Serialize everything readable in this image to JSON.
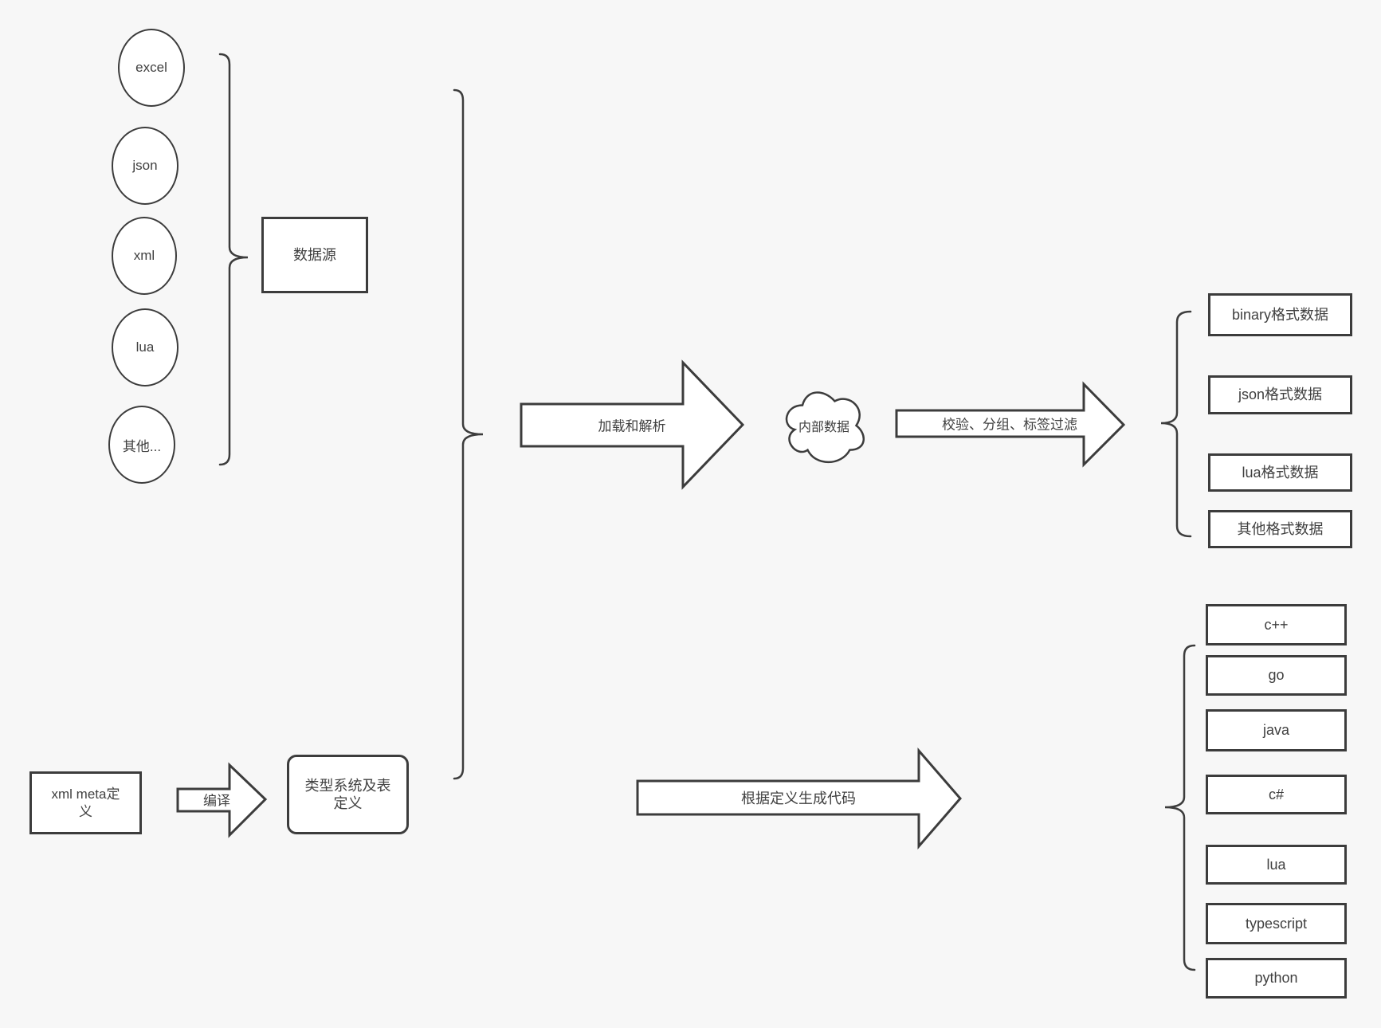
{
  "sources": {
    "circles": [
      "excel",
      "json",
      "xml",
      "lua",
      "其他..."
    ],
    "group_label": "数据源"
  },
  "flow": {
    "load_arrow": "加载和解析",
    "internal_data": "内部数据",
    "filter_arrow": "校验、分组、标签过滤"
  },
  "formats": [
    "binary格式数据",
    "json格式数据",
    "lua格式数据",
    "其他格式数据"
  ],
  "definition": {
    "xml_meta": "xml meta定义",
    "compile_arrow": "编译",
    "type_system": "类型系统及表定义",
    "codegen_arrow": "根据定义生成代码"
  },
  "languages": [
    "c++",
    "go",
    "java",
    "c#",
    "lua",
    "typescript",
    "python"
  ],
  "colors": {
    "background": "#f7f7f7",
    "stroke": "#3c3c3c",
    "shape_fill": "#ffffff",
    "text": "#404040"
  }
}
